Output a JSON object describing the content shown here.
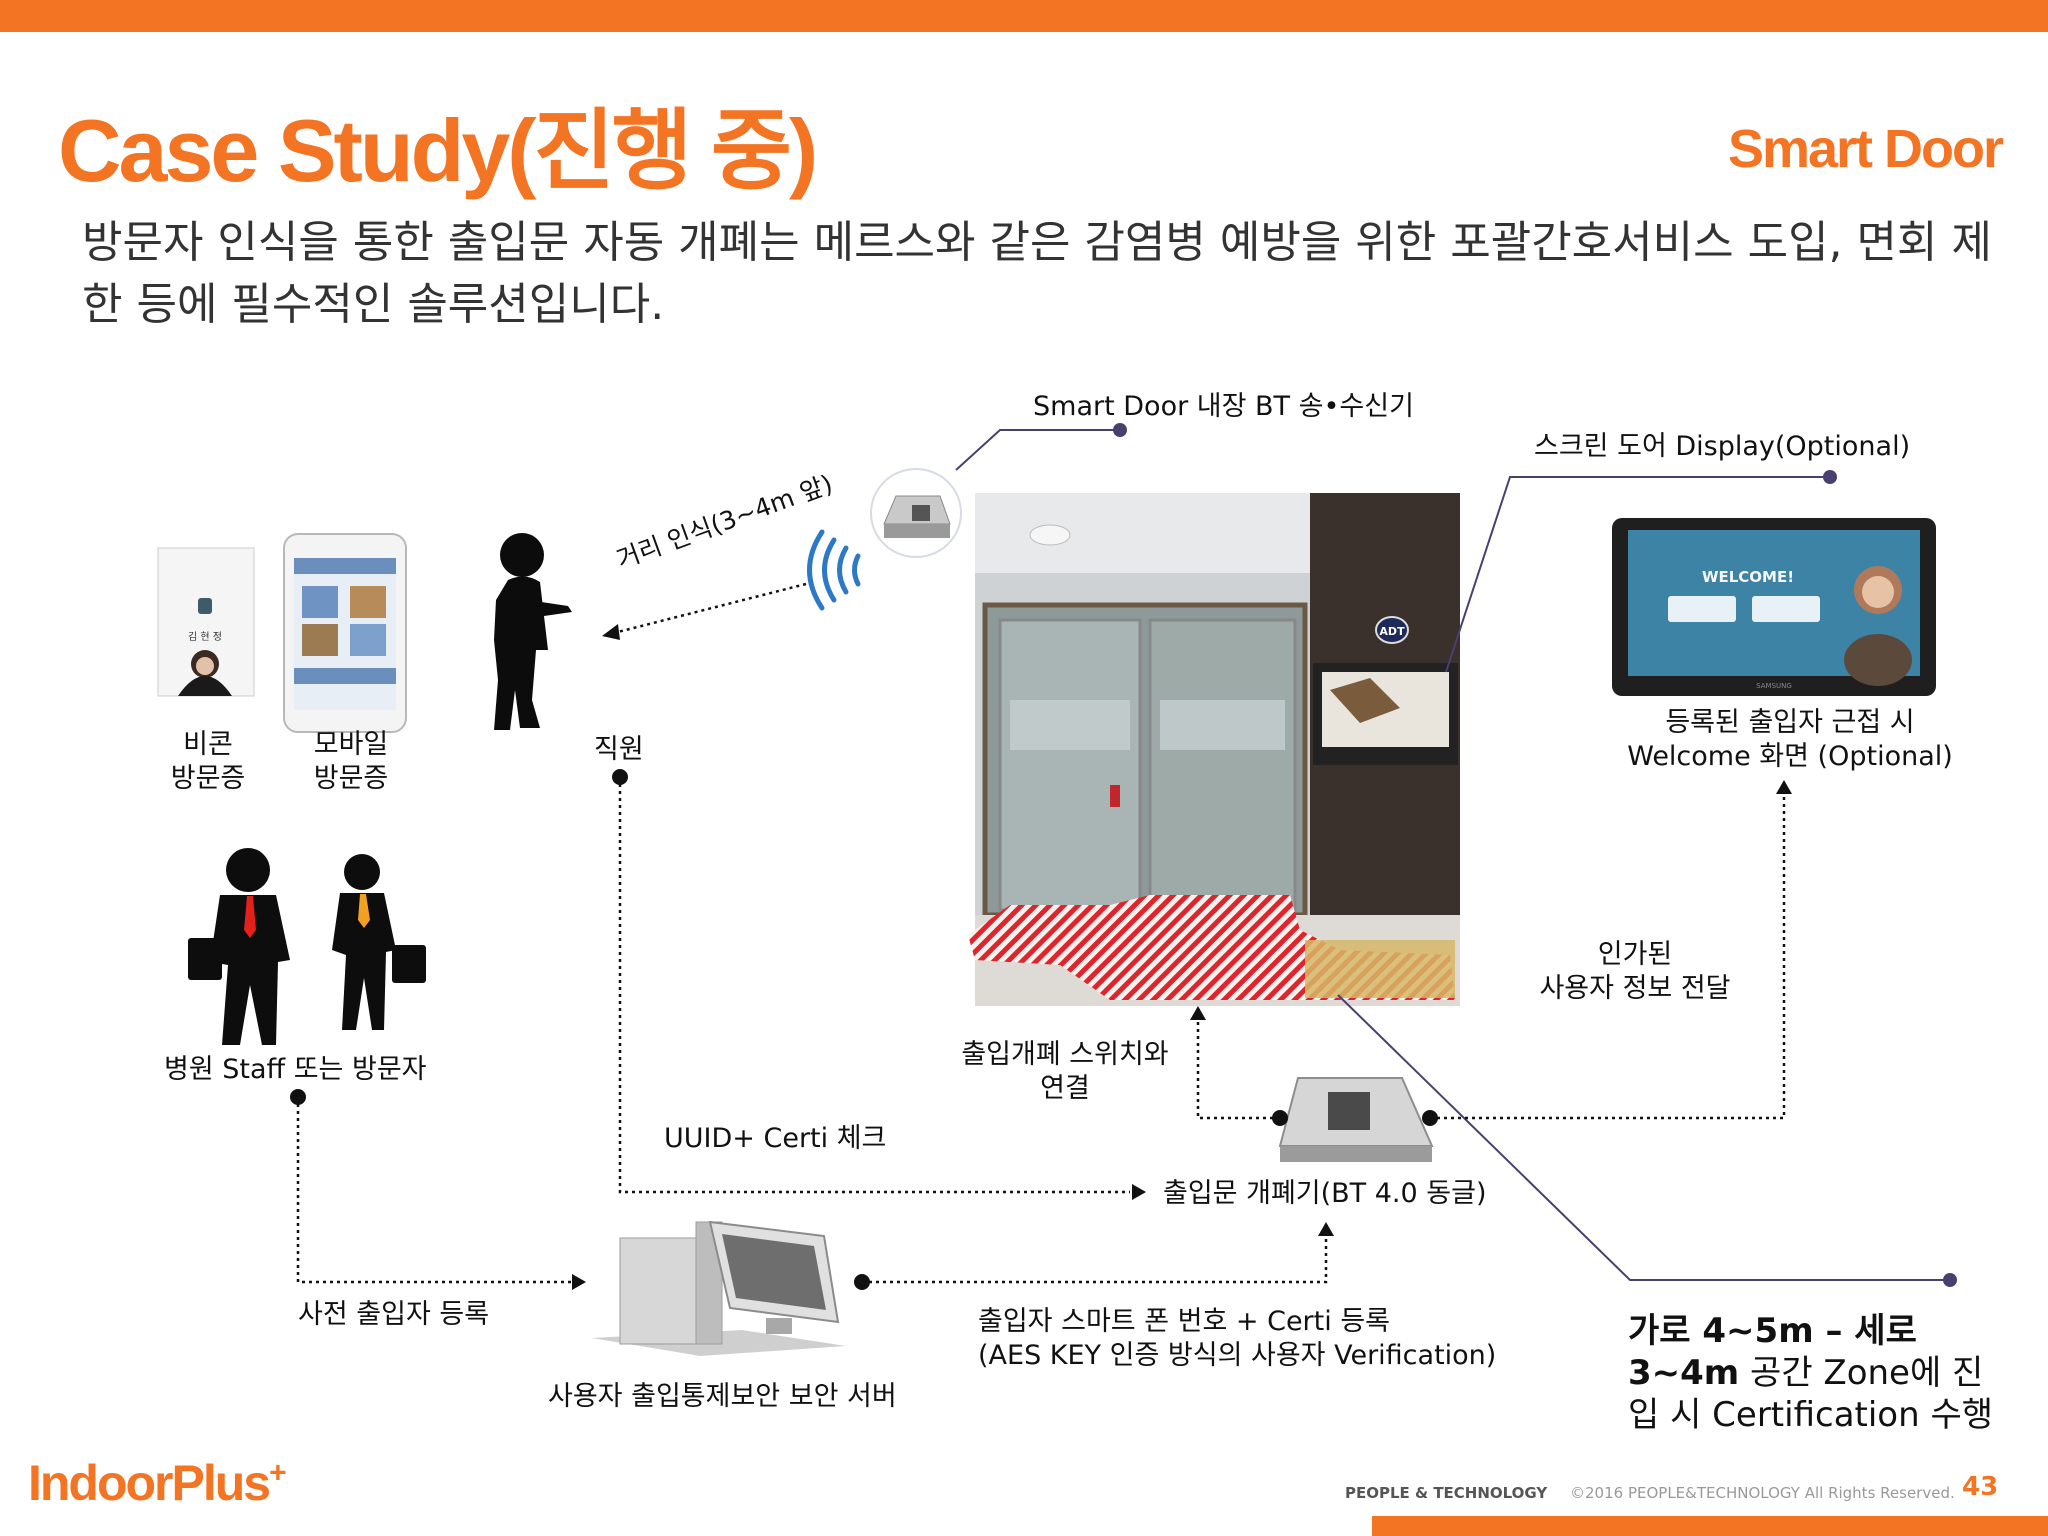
{
  "header": {
    "title": "Case Study(진행 중)",
    "subtitle": "Smart Door"
  },
  "description": "방문자 인식을 통한 출입문 자동 개폐는 메르스와 같은 감염병 예방을 위한 포괄간호서비스 도입, 면회 제한 등에 필수적인 솔루션입니다.",
  "labels": {
    "bt_transceiver": "Smart Door 내장 BT 송•수신기",
    "screen_display": "스크린 도어 Display(Optional)",
    "distance": "거리 인식(3~4m 앞)",
    "beacon_1": "비콘",
    "beacon_2": "방문증",
    "mobile_1": "모바일",
    "mobile_2": "방문증",
    "staff": "직원",
    "welcome_1": "등록된 출입자 근접 시",
    "welcome_2": "Welcome  화면 (Optional)",
    "authorized_1": "인가된",
    "authorized_2": "사용자 정보 전달",
    "visitor": "병원 Staff 또는 방문자",
    "switch_1": "출입개폐 스위치와",
    "switch_2": "연결",
    "uuid": "UUID+ Certi 체크",
    "dongle": "출입문 개폐기(BT 4.0 동글)",
    "preregister": "사전 출입자 등록",
    "phone_register_1": "출입자 스마트 폰 번호 + Certi 등록",
    "phone_register_2": "(AES KEY 인증 방식의 사용자 Verification)",
    "server": "사용자 출입통제보안 보안 서버",
    "zone_1a": "가로 4~5m – 세로",
    "zone_2a": "3~4m",
    "zone_2b": " 공간 Zone에 진",
    "zone_3": "입 시 Certification 수행"
  },
  "screen_text": {
    "welcome": "WELCOME!",
    "badge_name": "김 현 정",
    "door_sign": "ADT",
    "tablet_brand": "SAMSUNG"
  },
  "footer": {
    "logo": "IndoorPlus",
    "logo_sup": "+",
    "company": "PEOPLE & TECHNOLOGY",
    "copyright": "©2016 PEOPLE&TECHNOLOGY  All Rights Reserved.",
    "page": "43"
  },
  "colors": {
    "accent": "#f37423",
    "connector": "#4a4070",
    "hatch": "#e0242b"
  }
}
